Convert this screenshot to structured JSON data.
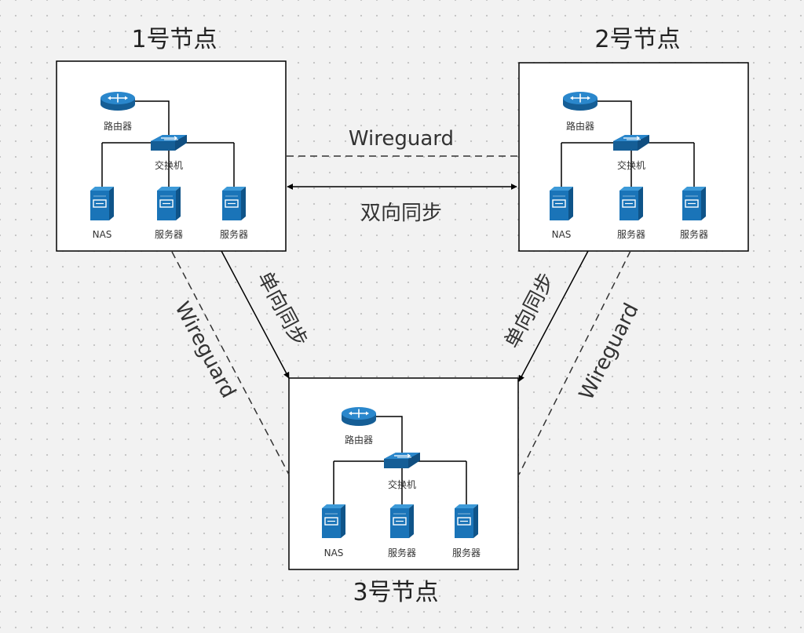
{
  "nodes": [
    {
      "title": "1号节点",
      "devices": {
        "router": "路由器",
        "switch": "交换机",
        "servers": [
          "NAS",
          "服务器",
          "服务器"
        ]
      }
    },
    {
      "title": "2号节点",
      "devices": {
        "router": "路由器",
        "switch": "交换机",
        "servers": [
          "NAS",
          "服务器",
          "服务器"
        ]
      }
    },
    {
      "title": "3号节点",
      "devices": {
        "router": "路由器",
        "switch": "交换机",
        "servers": [
          "NAS",
          "服务器",
          "服务器"
        ]
      }
    }
  ],
  "edges": {
    "wireguard_1_2": "Wireguard",
    "sync_1_2": "双向同步",
    "sync_1_3": "单向同步",
    "sync_2_3": "单向同步",
    "wireguard_1_3": "Wireguard",
    "wireguard_2_3": "Wireguard"
  },
  "colors": {
    "device_blue": "#1a74b8",
    "line": "#000000"
  },
  "icons": {
    "router": "router-icon",
    "switch": "switch-icon",
    "server": "server-icon"
  }
}
